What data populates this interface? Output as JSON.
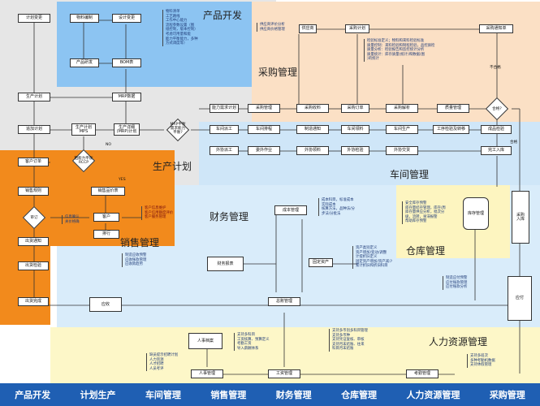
{
  "regions": {
    "product_dev": "产品开发",
    "purchasing": "采购管理",
    "production_plan": "生产计划",
    "workshop": "车间管理",
    "finance": "财务管理",
    "sales": "销售管理",
    "warehouse": "仓库管理",
    "hr": "人力资源管理"
  },
  "boxes": {
    "plan_change": "计划变更",
    "material_code": "物料编制",
    "design_change": "设计变更",
    "product_dev": "产品研发",
    "bom": "BOM表",
    "mrp": "MRP数据",
    "prod_plan": "生产计划",
    "add_plan": "追加计划",
    "mps": "生产计划\nMPS",
    "detail_plan": "生产详细\n(MRP)计划",
    "rccp": "粗能力平衡\nRCCP",
    "cust_order": "客户订单",
    "sales_rule": "销售规则",
    "sales_price": "销售品价表",
    "customer": "客户",
    "review": "排行",
    "ship_notice": "出货通知",
    "ship_check": "出货检验",
    "ship_done": "出货完成",
    "supplier": "供应商",
    "purchase_plan": "采购计划",
    "purchase_notice": "采购通知单",
    "capacity_plan": "能力需求计划",
    "p_manage": "采购管理",
    "p_receive": "采购收料",
    "p_order": "采购订单",
    "p_reply": "采购解析",
    "quality": "质量管理",
    "qualified": "合格?",
    "unqualified": "不合格",
    "pass": "合格",
    "ws_dispatch": "车间派工",
    "ws_schedule": "车间排程",
    "prod_notice": "制造通知",
    "ws_material": "车间领料",
    "ws_production": "车间生产",
    "sub_inspect": "工序检验及转移",
    "final_inspect": "成品检验",
    "out_dispatch": "外协派工",
    "out_job": "委外作业",
    "out_material": "外协领料",
    "out_test": "外协检验",
    "out_delivery": "外协交货",
    "stock_in": "完工入库",
    "purchase_in": "采购\n入库",
    "inventory": "库存管理",
    "cost_mgmt": "成本管理",
    "fin_report": "财务报表",
    "receipts": "应收",
    "fixed_assets": "固定资产",
    "gl": "总账管理",
    "payable": "应付",
    "hr_archive": "人事档案",
    "personnel": "人事管理",
    "payroll": "工资管理",
    "attendance": "考勤管理",
    "decide": "审订",
    "mrp_balance": "MRP平衡\n需求能力\n平衡?",
    "no": "NO",
    "yes": "YES"
  },
  "notes": {
    "product_dev": "物料清单\n工艺路线\n工作中心能力\n流程参数设置（图\n纸控制，版本控制）\n考虑可用量和能\n能力平衡能力，多种\n方式调度等）",
    "purchase_top": "供应商评价分析\n供应商价格管理",
    "purchase_check": "检验标准定义；物料和来料检验标准\n质量控制：来料检验和制程检验，品控质检\n质量分析：检验报告和监控统计分析\n质量统计：库存质量(统计)和数据(图\n)的统计",
    "sales": "客户信息维护\n客户信用额度评价\n客户服务管理",
    "sales2": "信息确认\n关价格确",
    "cost": "成本科目，标准成本\n实际成本\n核算方法，品种法/分\n步法/分批法",
    "warehouse": "安全库存预警\n库存量结存管理，库存/周\n库存量供应分析，批次分\n级，流转，呆滞报警\n帮助库存预警",
    "assets": "资产类别定义\n资产增加/变动/调整\n计提折旧定义\n固定资产增加/资产减少\n累计折旧和折旧科目",
    "receipts_note": "制造应收预警\n应收账款管理\n应收款趋势",
    "payable_note": "制造应付预警\n应付账款管理\n应付账款分析",
    "gl_note": "支持多币别多科目管理\n支持多币种\n支持凭证复核、审核\n支持月末结账、往来\n科目月末结账",
    "hr_note": "支持多科目\n工资核算、预算定义\n考勤工资\n导入薪酬体系",
    "hr_plan": "缺员提示招聘计划\n人力资源\n人才招聘\n人员考评",
    "attend_note": "支持多班次\n多种考勤机数据\n支持休假管理"
  },
  "footer": [
    "产品开发",
    "计划生产",
    "车间管理",
    "销售管理",
    "财务管理",
    "仓库管理",
    "人力资源管理",
    "采购管理"
  ],
  "colors": {
    "product_dev": "#8cc4f2",
    "planning_grey": "#e6e6e6",
    "purchasing": "#fbe0c5",
    "workshop": "#cfe6f8",
    "sales": "#f28a1c",
    "finance": "#d9ecfa",
    "warehouse": "#fdf5c0",
    "hr": "#fdf7c8",
    "footer": "#1f5fb3"
  }
}
